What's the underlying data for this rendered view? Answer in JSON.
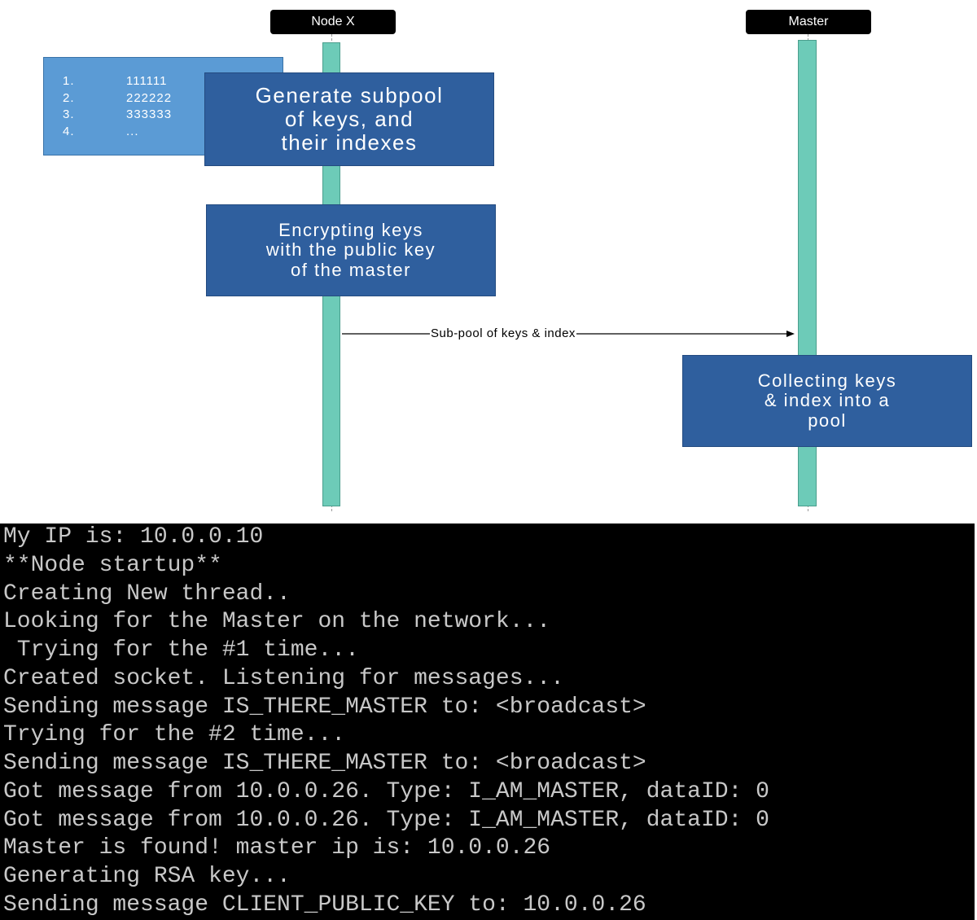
{
  "diagram": {
    "actors": [
      {
        "id": "node-x",
        "label": "Node X"
      },
      {
        "id": "master",
        "label": "Master"
      }
    ],
    "key_list": [
      {
        "num": "1.",
        "value": "111111"
      },
      {
        "num": "2.",
        "value": "222222"
      },
      {
        "num": "3.",
        "value": "333333"
      },
      {
        "num": "4.",
        "value": "..."
      }
    ],
    "steps": {
      "generate": "Generate subpool\nof keys, and\ntheir indexes",
      "encrypt": "Encrypting keys\nwith the public key\nof the master",
      "collect": "Collecting keys\n&  index into a\npool"
    },
    "message": {
      "from": "node-x",
      "to": "master",
      "label": "Sub-pool of keys & index"
    },
    "colors": {
      "actor_bg": "#000000",
      "activation_bar": "#6dcbb8",
      "step_box": "#2f5f9e",
      "key_list_box": "#5b9bd5"
    }
  },
  "terminal": {
    "lines": [
      "My IP is: 10.0.0.10",
      "**Node startup**",
      "Creating New thread..",
      "Looking for the Master on the network...",
      " Trying for the #1 time...",
      "Created socket. Listening for messages...",
      "Sending message IS_THERE_MASTER to: <broadcast>",
      "Trying for the #2 time...",
      "Sending message IS_THERE_MASTER to: <broadcast>",
      "Got message from 10.0.0.26. Type: I_AM_MASTER, dataID: 0",
      "Got message from 10.0.0.26. Type: I_AM_MASTER, dataID: 0",
      "Master is found! master ip is: 10.0.0.26",
      "Generating RSA key...",
      "Sending message CLIENT_PUBLIC_KEY to: 10.0.0.26"
    ]
  }
}
